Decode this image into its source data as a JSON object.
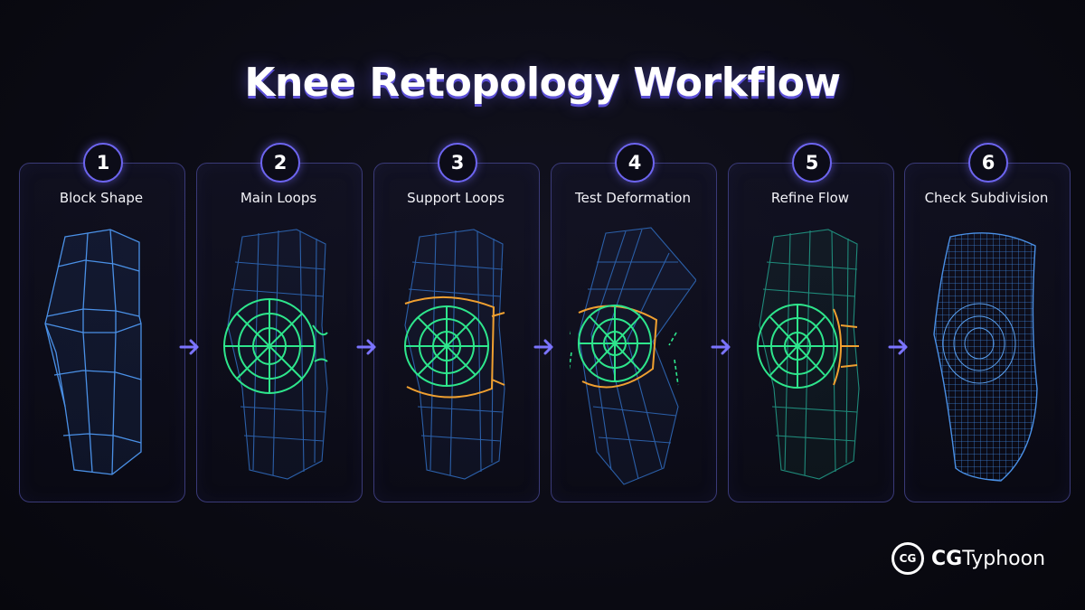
{
  "title": "Knee Retopology Workflow",
  "steps": [
    {
      "number": "1",
      "label": "Block Shape"
    },
    {
      "number": "2",
      "label": "Main Loops"
    },
    {
      "number": "3",
      "label": "Support Loops"
    },
    {
      "number": "4",
      "label": "Test Deformation"
    },
    {
      "number": "5",
      "label": "Refine Flow"
    },
    {
      "number": "6",
      "label": "Check Subdivision"
    }
  ],
  "brand": {
    "mark": "CG",
    "name_bold": "CG",
    "name_rest": "Typhoon"
  },
  "colors": {
    "background": "#0a0a12",
    "card_border": "#3a3a78",
    "accent_purple": "#6d65f0",
    "wire_blue": "#4a90e6",
    "loop_green": "#2ee68c",
    "support_orange": "#f0a030"
  },
  "icons": [
    "arrow-right-icon",
    "cg-typhoon-logo-icon"
  ]
}
